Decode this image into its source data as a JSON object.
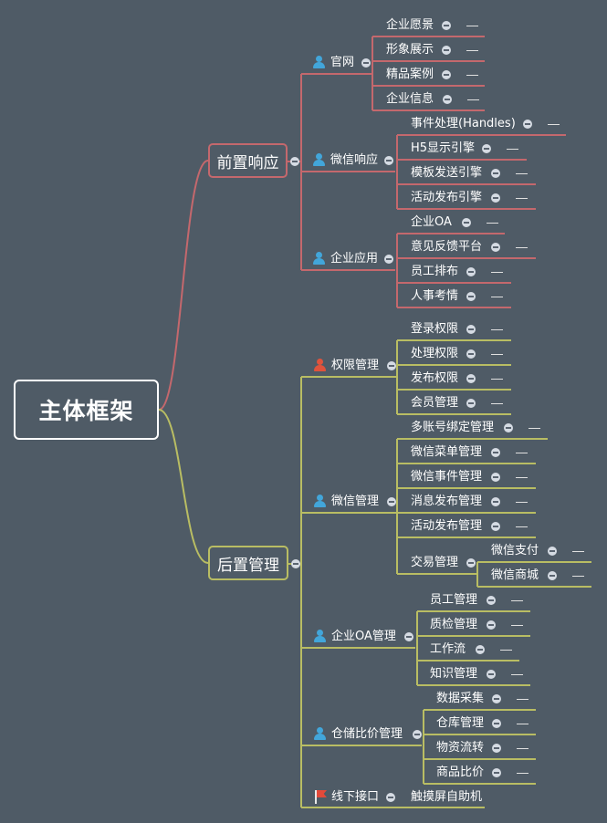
{
  "root": "主体框架",
  "front": {
    "label": "前置响应",
    "groups": [
      {
        "label": "官网",
        "items": [
          "企业愿景",
          "形象展示",
          "精品案例",
          "企业信息"
        ]
      },
      {
        "label": "微信响应",
        "items": [
          "事件处理(Handles)",
          "H5显示引擎",
          "模板发送引擎",
          "活动发布引擎"
        ]
      },
      {
        "label": "企业应用",
        "items": [
          "企业OA",
          "意见反馈平台",
          "员工排布",
          "人事考情"
        ]
      }
    ]
  },
  "back": {
    "label": "后置管理",
    "groups": [
      {
        "label": "权限管理",
        "items": [
          "登录权限",
          "处理权限",
          "发布权限",
          "会员管理"
        ]
      },
      {
        "label": "微信管理",
        "items": [
          "多账号绑定管理",
          "微信菜单管理",
          "微信事件管理",
          "消息发布管理",
          "活动发布管理",
          "交易管理"
        ],
        "sub": [
          "微信支付",
          "微信商城"
        ]
      },
      {
        "label": "企业OA管理",
        "items": [
          "员工管理",
          "质检管理",
          "工作流",
          "知识管理"
        ]
      },
      {
        "label": "仓储比价管理",
        "items": [
          "数据采集",
          "仓库管理",
          "物资流转",
          "商品比价"
        ]
      },
      {
        "label": "线下接口",
        "items": [
          "触摸屏自助机"
        ]
      }
    ]
  },
  "colors": {
    "background": "#4f5b66",
    "front_branch": "#c4686d",
    "back_branch": "#b9bd63",
    "text": "#ffffff",
    "user_icon": "#42a6da",
    "admin_icon": "#e0533c"
  }
}
